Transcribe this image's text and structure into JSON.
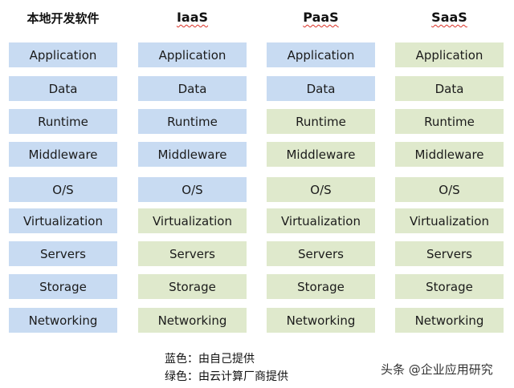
{
  "columns": [
    {
      "title": "本地开发软件",
      "layers": [
        {
          "label": "Application",
          "color": "blue"
        },
        {
          "label": "Data",
          "color": "blue"
        },
        {
          "label": "Runtime",
          "color": "blue"
        },
        {
          "label": "Middleware",
          "color": "blue"
        },
        {
          "label": "O/S",
          "color": "blue"
        },
        {
          "label": "Virtualization",
          "color": "blue"
        },
        {
          "label": "Servers",
          "color": "blue"
        },
        {
          "label": "Storage",
          "color": "blue"
        },
        {
          "label": "Networking",
          "color": "blue"
        }
      ]
    },
    {
      "title": "IaaS",
      "layers": [
        {
          "label": "Application",
          "color": "blue"
        },
        {
          "label": "Data",
          "color": "blue"
        },
        {
          "label": "Runtime",
          "color": "blue"
        },
        {
          "label": "Middleware",
          "color": "blue"
        },
        {
          "label": "O/S",
          "color": "blue"
        },
        {
          "label": "Virtualization",
          "color": "green"
        },
        {
          "label": "Servers",
          "color": "green"
        },
        {
          "label": "Storage",
          "color": "green"
        },
        {
          "label": "Networking",
          "color": "green"
        }
      ]
    },
    {
      "title": "PaaS",
      "layers": [
        {
          "label": "Application",
          "color": "blue"
        },
        {
          "label": "Data",
          "color": "blue"
        },
        {
          "label": "Runtime",
          "color": "green"
        },
        {
          "label": "Middleware",
          "color": "green"
        },
        {
          "label": "O/S",
          "color": "green"
        },
        {
          "label": "Virtualization",
          "color": "green"
        },
        {
          "label": "Servers",
          "color": "green"
        },
        {
          "label": "Storage",
          "color": "green"
        },
        {
          "label": "Networking",
          "color": "green"
        }
      ]
    },
    {
      "title": "SaaS",
      "layers": [
        {
          "label": "Application",
          "color": "green"
        },
        {
          "label": "Data",
          "color": "green"
        },
        {
          "label": "Runtime",
          "color": "green"
        },
        {
          "label": "Middleware",
          "color": "green"
        },
        {
          "label": "O/S",
          "color": "green"
        },
        {
          "label": "Virtualization",
          "color": "green"
        },
        {
          "label": "Servers",
          "color": "green"
        },
        {
          "label": "Storage",
          "color": "green"
        },
        {
          "label": "Networking",
          "color": "green"
        }
      ]
    }
  ],
  "legend": {
    "blue": "蓝色：由自己提供",
    "green": "绿色：由云计算厂商提供"
  },
  "colors": {
    "blue": "#c8dbf2",
    "green": "#dfe9cc"
  },
  "watermark": "头条 @企业应用研究"
}
